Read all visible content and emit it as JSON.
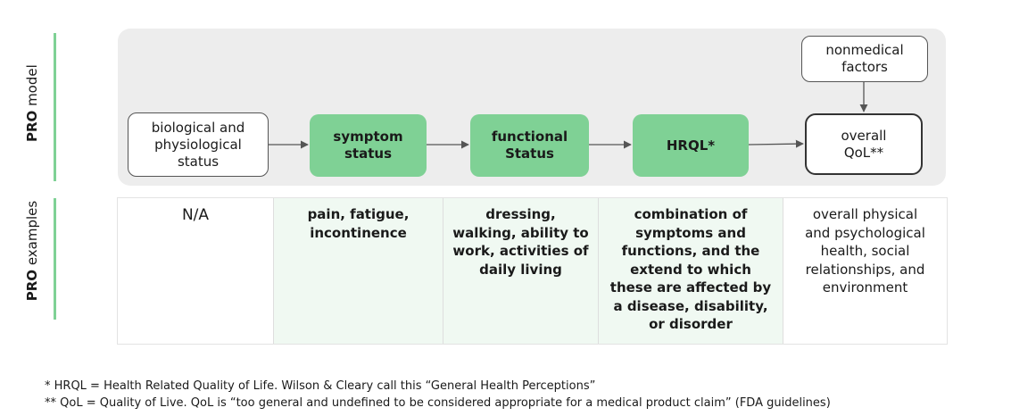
{
  "labels": {
    "pro_model_bold": "PRO",
    "pro_model_rest": " model",
    "pro_examples_bold": "PRO",
    "pro_examples_rest": " examples"
  },
  "model": {
    "nonmedical": "nonmedical\nfactors",
    "biological": "biological and\nphysiological\nstatus",
    "symptom": "symptom\nstatus",
    "functional": "functional\nStatus",
    "hrql": "HRQL*",
    "overall": "overall\nQoL**"
  },
  "examples": {
    "na": "N/A",
    "symptom": "pain, fatigue,\nincontinence",
    "functional": "dressing,\nwalking, ability to\nwork, activities of\ndaily living",
    "hrql": "combination of\nsymptoms and\nfunctions, and the\nextend to which\nthese are affected by\na disease, disability,\nor disorder",
    "overall": "overall physical\nand psychological\nhealth, social\nrelationships, and\nenvironment"
  },
  "footnotes": {
    "hrql": "* HRQL = Health Related Quality of Life. Wilson & Cleary call this “General Health Perceptions”",
    "qol": "** QoL = Quality of Live. QoL is “too general and undefined to be considered appropriate for a medical product claim” (FDA guidelines)"
  },
  "colors": {
    "accent_green": "#7fd195",
    "panel_grey": "#ededed",
    "cell_tint": "#f0f9f2"
  }
}
